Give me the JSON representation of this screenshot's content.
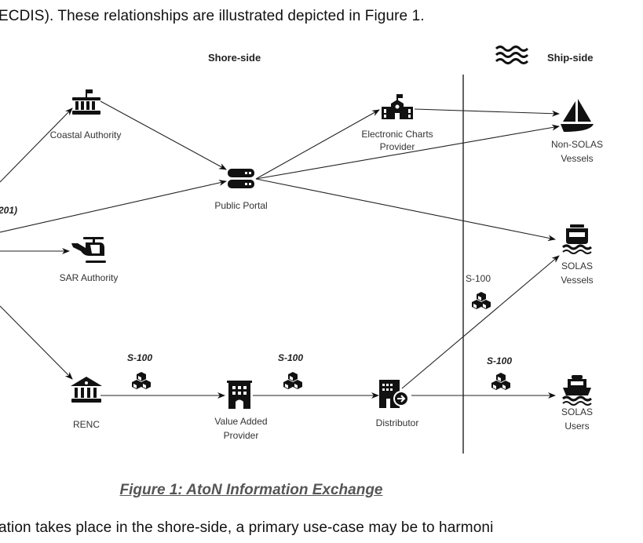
{
  "document": {
    "text_top": "ECDIS). These relationships are illustrated depicted in Figure 1.",
    "caption": "Figure 1: AtoN Information Exchange",
    "text_bottom": "ation  takes place in the shore-side, a primary use-case may be to harmoni"
  },
  "figure": {
    "headers": {
      "shore_side": "Shore-side",
      "ship_side": "Ship-side"
    },
    "partial_label": "201)",
    "nodes": {
      "coastal_authority": {
        "label": "Coastal Authority",
        "icon": "government-building-flag-icon"
      },
      "public_portal": {
        "label": "Public Portal",
        "icon": "server-icon"
      },
      "electronic_charts_provider": {
        "label_line1": "Electronic Charts",
        "label_line2": "Provider",
        "icon": "school-building-icon"
      },
      "non_solas_vessels": {
        "label_line1": "Non-SOLAS",
        "label_line2": "Vessels",
        "icon": "sailboat-icon"
      },
      "sar_authority": {
        "label": "SAR Authority",
        "icon": "helicopter-icon"
      },
      "solas_vessels": {
        "label_line1": "SOLAS",
        "label_line2": "Vessels",
        "icon": "ship-icon"
      },
      "renc": {
        "label": "RENC",
        "icon": "bank-building-icon"
      },
      "value_added_provider": {
        "label_line1": "Value Added",
        "label_line2": "Provider",
        "icon": "office-building-icon"
      },
      "distributor": {
        "label": "Distributor",
        "icon": "building-arrow-icon"
      },
      "solas_users": {
        "label_line1": "SOLAS",
        "label_line2": "Users",
        "icon": "ship-icon"
      }
    },
    "data_labels": {
      "renc_to_vap": "S-100",
      "vap_to_distributor": "S-100",
      "distributor_to_solas_vessels": "S-100",
      "distributor_to_solas_users": "S-100"
    },
    "edges": [
      {
        "from": "source",
        "to": "coastal_authority"
      },
      {
        "from": "coastal_authority",
        "to": "public_portal"
      },
      {
        "from": "source",
        "to": "public_portal"
      },
      {
        "from": "source",
        "to": "sar_authority"
      },
      {
        "from": "source",
        "to": "renc"
      },
      {
        "from": "public_portal",
        "to": "electronic_charts_provider"
      },
      {
        "from": "public_portal",
        "to": "non_solas_vessels"
      },
      {
        "from": "public_portal",
        "to": "solas_vessels"
      },
      {
        "from": "electronic_charts_provider",
        "to": "non_solas_vessels"
      },
      {
        "from": "renc",
        "to": "value_added_provider"
      },
      {
        "from": "value_added_provider",
        "to": "distributor"
      },
      {
        "from": "distributor",
        "to": "solas_vessels"
      },
      {
        "from": "distributor",
        "to": "solas_users"
      }
    ]
  }
}
